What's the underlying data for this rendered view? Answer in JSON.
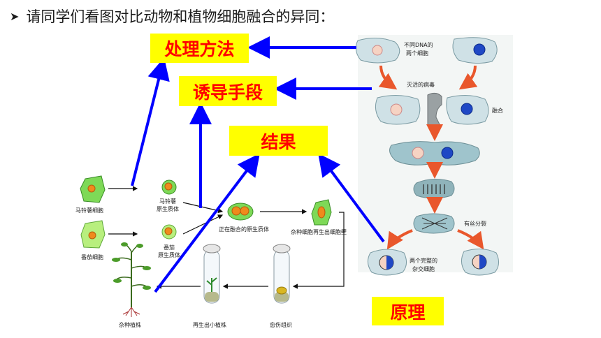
{
  "header": {
    "text": "请同学们看图对比动物和植物细胞融合的异同："
  },
  "labels": {
    "processing_method": "处理方法",
    "induction_method": "诱导手段",
    "result": "结果",
    "principle": "原理"
  },
  "plant_diagram": {
    "potato_cell": "马铃薯细胞",
    "potato_protoplast_line1": "马铃薯",
    "potato_protoplast_line2": "原生质体",
    "tomato_cell": "番茄细胞",
    "tomato_protoplast_line1": "番茄",
    "tomato_protoplast_line2": "原生质体",
    "fusing_protoplast": "正在融合的原生质体",
    "hybrid_cell_wall": "杂种细胞再生出细胞壁",
    "hybrid_plant": "杂种植株",
    "regenerated_plantlet": "再生出小植株",
    "callus": "愈伤组织"
  },
  "animal_diagram": {
    "two_cells_line1": "不同DNA的",
    "two_cells_line2": "两个细胞",
    "inactivated_virus": "灭活的病毒",
    "fusion": "融合",
    "mitosis": "有丝分裂",
    "hybrid_cells_line1": "两个完整的",
    "hybrid_cells_line2": "杂交细胞"
  },
  "colors": {
    "label_bg": "#ffff00",
    "label_text": "#ff0000",
    "arrow_blue": "#0000ff",
    "cell_green": "#7ed957",
    "nucleus_orange": "#f08a1c",
    "cell_grey": "#cfe1e6"
  }
}
